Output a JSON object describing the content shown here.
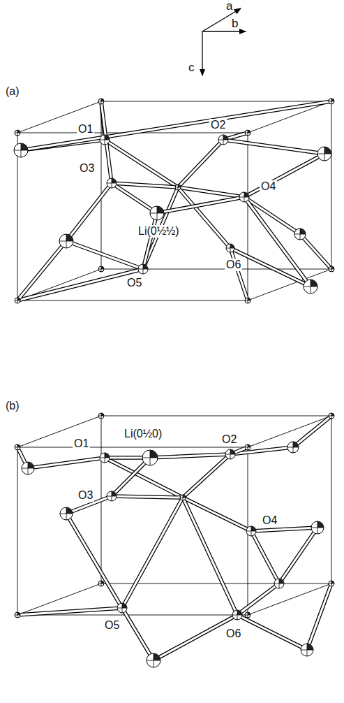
{
  "diagram": {
    "labels": [
      "a",
      "b",
      "c",
      "(a)",
      "O1",
      "O2",
      "O3",
      "O4",
      "Li(0½½)",
      "O5",
      "O6",
      "(b)",
      "O1",
      "Li(0½0)",
      "O2",
      "O3",
      "O4",
      "O5",
      "O6"
    ]
  }
}
